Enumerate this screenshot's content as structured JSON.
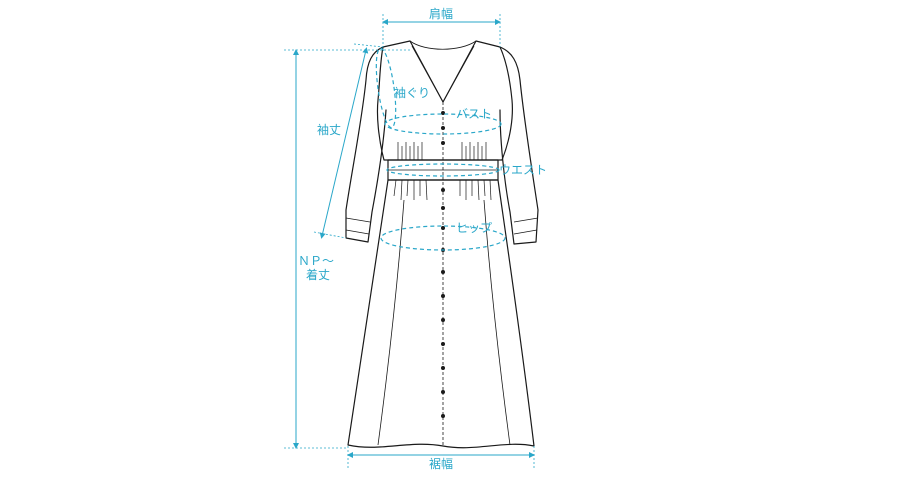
{
  "measurements": {
    "shoulder_width": "肩幅",
    "armhole": "袖ぐり",
    "bust": "バスト",
    "sleeve_length": "袖丈",
    "waist": "ウエスト",
    "hip": "ヒップ",
    "length_np_line1": "ＮＰ～",
    "length_np_line2": "着丈",
    "hem_width": "裾幅"
  },
  "colors": {
    "measure": "#2aa7c9",
    "outline": "#1a1a1a"
  }
}
